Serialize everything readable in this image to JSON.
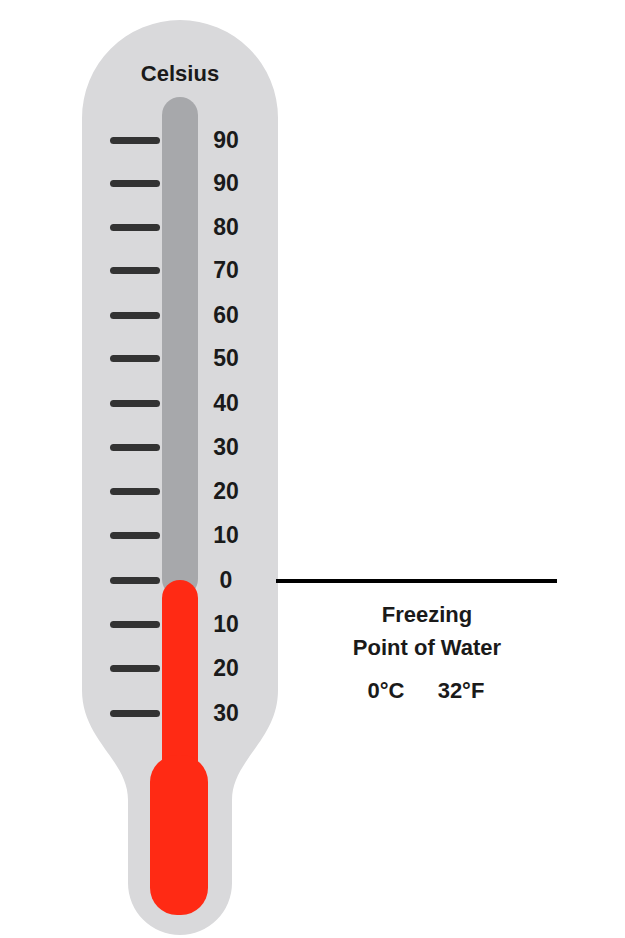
{
  "diagram": {
    "labels": [
      "Celsius",
      "90",
      "90",
      "80",
      "70",
      "60",
      "50",
      "40",
      "30",
      "20",
      "10",
      "0",
      "10",
      "20",
      "30",
      "Freezing Point of Water",
      "0°C",
      "32°F"
    ]
  }
}
